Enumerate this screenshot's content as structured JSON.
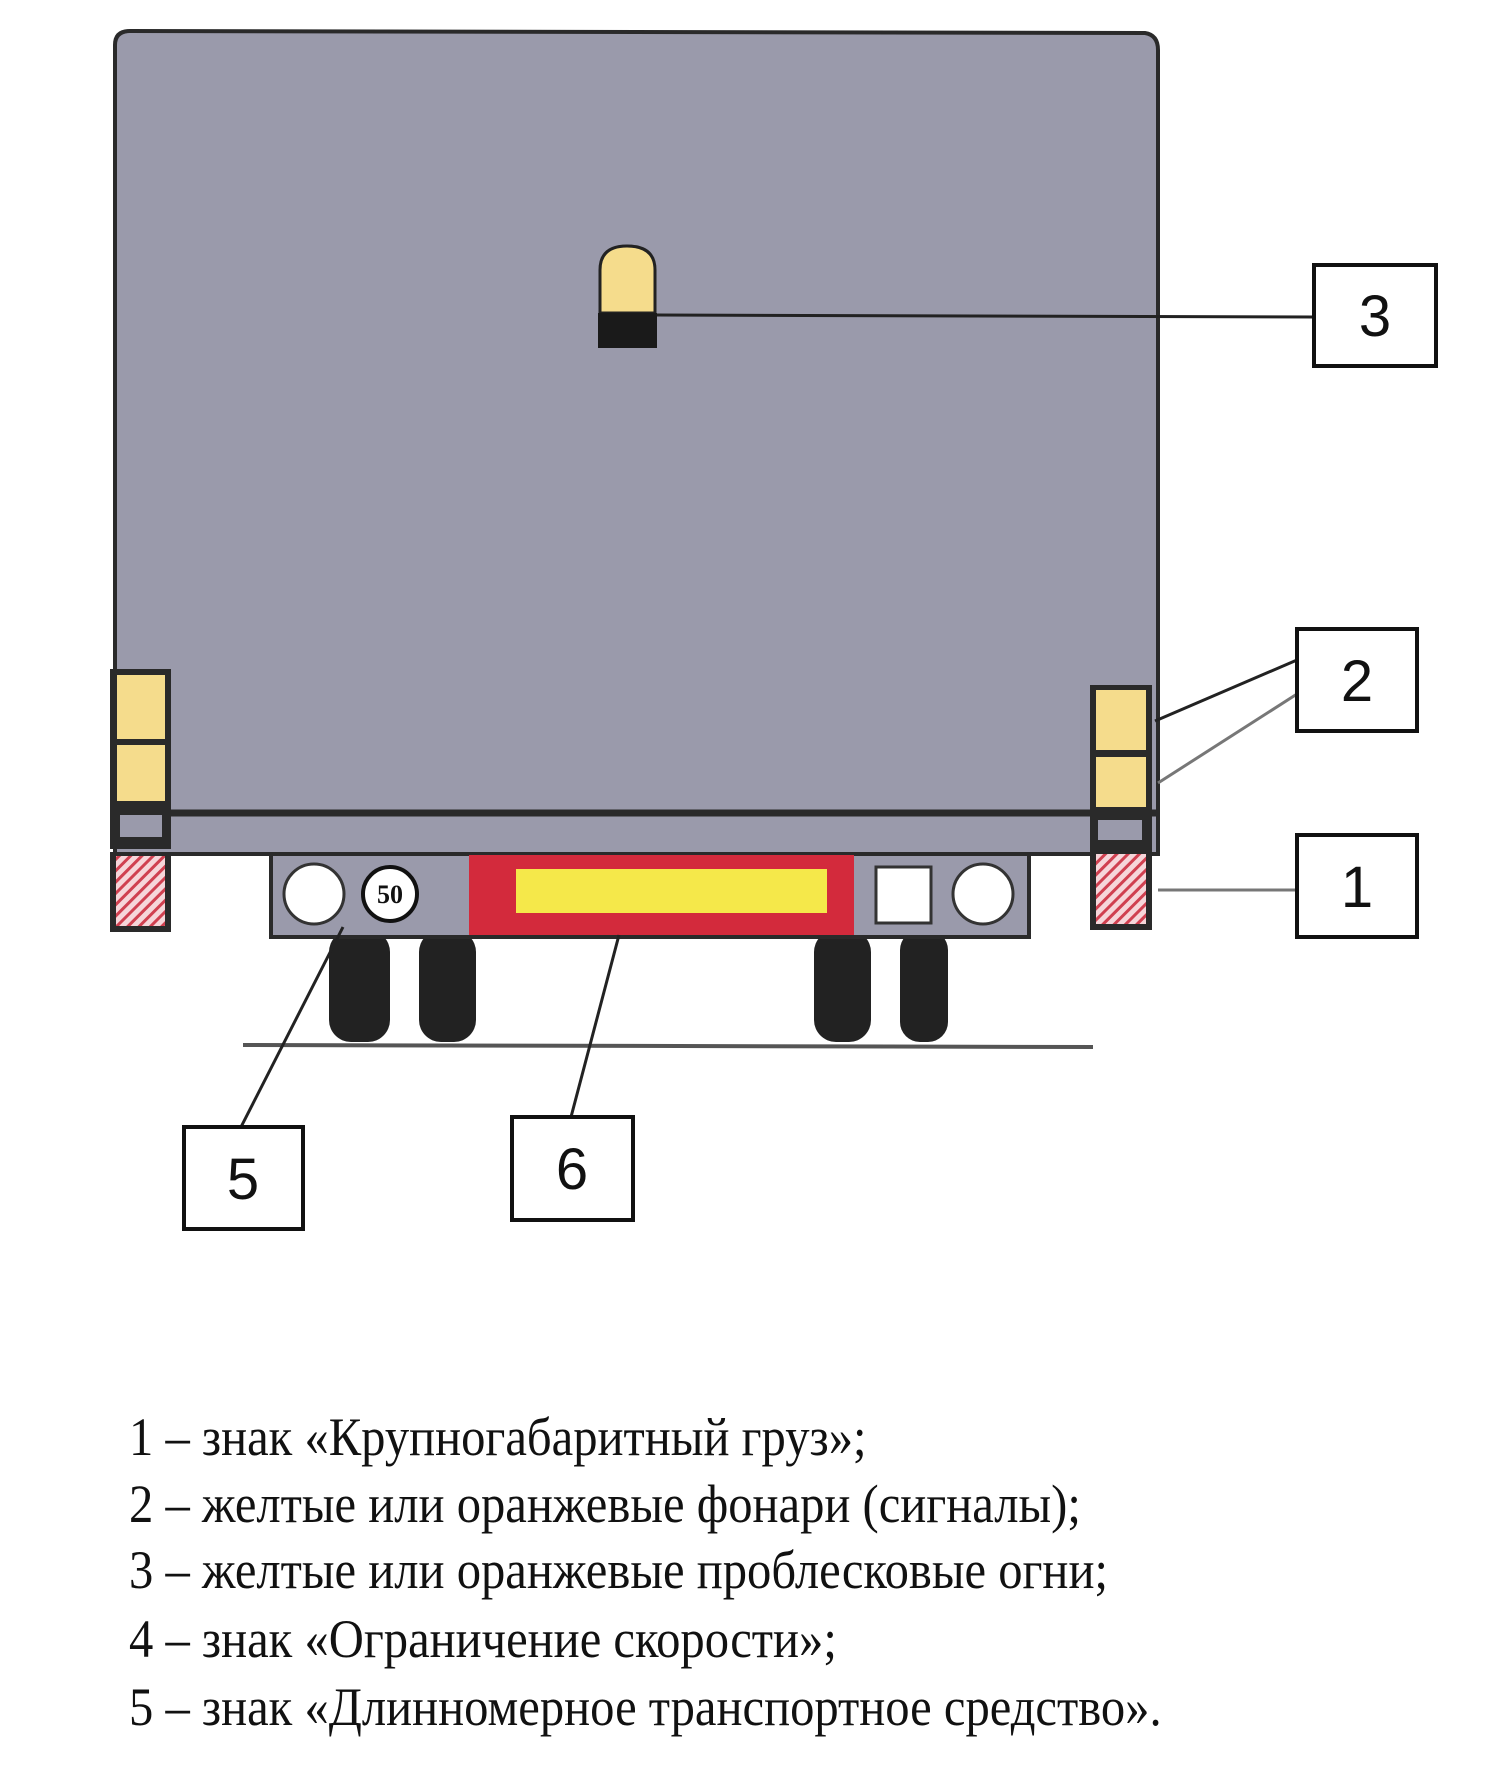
{
  "diagram": {
    "callouts": [
      "1",
      "2",
      "3",
      "5",
      "6"
    ],
    "speed_sign_value": "50",
    "colors": {
      "body": "#9a9aab",
      "outline": "#2a2a2a",
      "lamp_yellow": "#f5dc8c",
      "plate_red": "#d32a3c",
      "plate_yellow": "#f5e84a",
      "hatch_red": "#d04050"
    }
  },
  "legend": [
    "1 – знак «Крупногабаритный груз»;",
    "2 – желтые или оранжевые фонари (сигналы);",
    "3 – желтые или оранжевые проблесковые огни;",
    "4 – знак «Ограничение скорости»;",
    "5 – знак «Длинномерное транспортное средство»."
  ]
}
